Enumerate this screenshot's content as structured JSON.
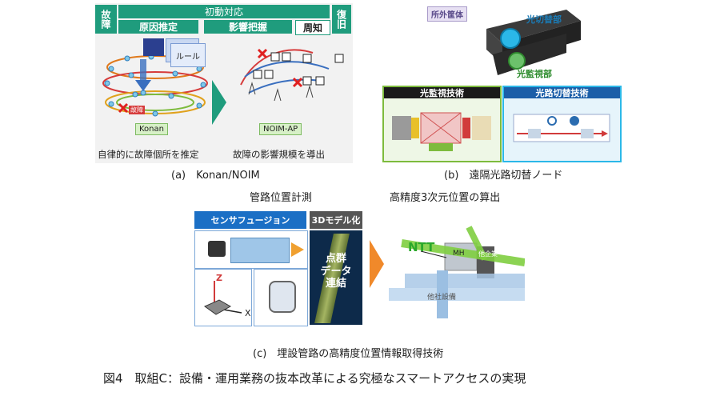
{
  "panel_a": {
    "fault": "故障",
    "initial_response": "初動対応",
    "cause_estimation": "原因推定",
    "impact_grasp": "影響把握",
    "notification": "周知",
    "recovery": "復旧",
    "rule": "ルール",
    "fault_marker": "故障",
    "konan": "Konan",
    "noim_ap": "NOIM-AP",
    "desc_left": "自律的に故障個所を推定",
    "desc_right": "故障の影響規模を導出",
    "caption": "(a)　Konan/NOIM"
  },
  "panel_b": {
    "enclosure": "所外筐体",
    "optical_switch_part": "光切替部",
    "optical_monitor_part": "光監視部",
    "monitor_tech": "光監視技術",
    "switch_tech": "光路切替技術",
    "caption": "(b)　遠隔光路切替ノード"
  },
  "panel_c": {
    "pipe_measure": "管路位置計測",
    "precise_pos": "高精度3次元位置の算出",
    "sensor_fusion": "センサフュージョン",
    "model_3d": "3Dモデル化",
    "point_cloud": "点群\nデータ\n連結",
    "axis_z": "Z",
    "axis_x": "X",
    "ntt": "NTT",
    "mh": "MH",
    "other_road": "他企業",
    "other_facility": "他社設備",
    "caption": "(c)　埋設管路の高精度位置情報取得技術"
  },
  "figure_title": "図4　取組C：設備・運用業務の抜本改革による究極なスマートアクセスの実現"
}
